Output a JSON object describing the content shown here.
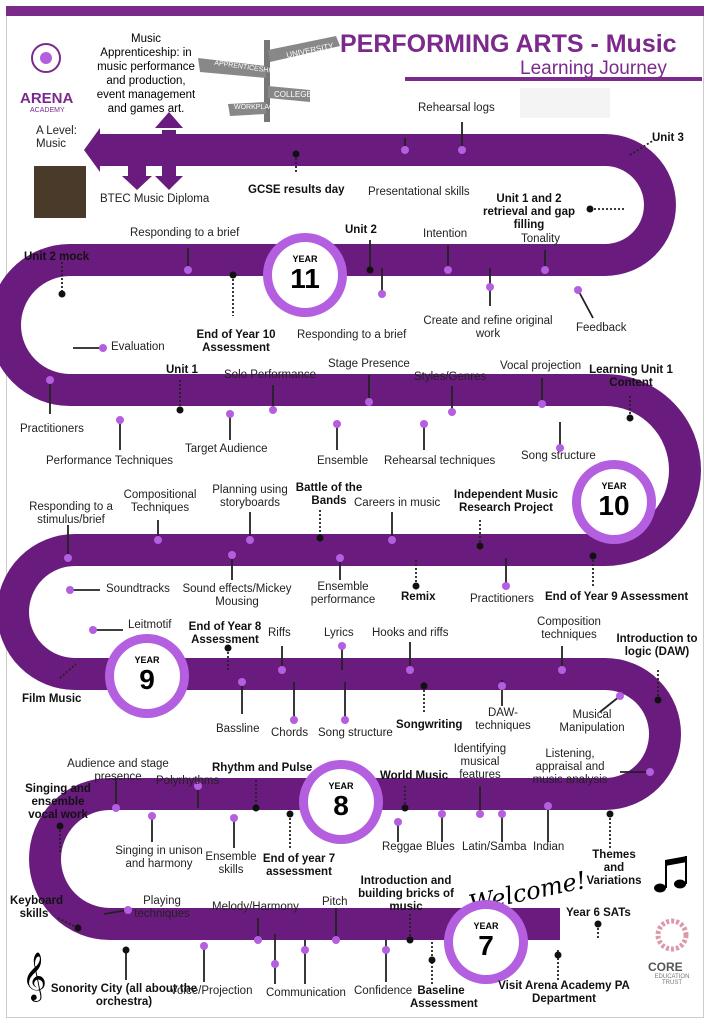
{
  "header": {
    "title": "PERFORMING ARTS - Music",
    "subtitle": "Learning Journey",
    "school_name": "ARENA",
    "school_sub": "ACADEMY",
    "intro_text": "Music Apprenticeship: in music performance and production, event management and games art.",
    "signs": [
      "UNIVERSITY",
      "APPRENTICESHIP",
      "COLLEGE",
      "WORKPLACE"
    ],
    "partner": "CORE",
    "partner_sub": "EDUCATION TRUST",
    "welcome": "Welcome!"
  },
  "colors": {
    "path": "#6a1b7e",
    "accent": "#b45ee0",
    "title": "#7b2a8c"
  },
  "years": [
    {
      "label": "YEAR",
      "num": "11"
    },
    {
      "label": "YEAR",
      "num": "10"
    },
    {
      "label": "YEAR",
      "num": "9"
    },
    {
      "label": "YEAR",
      "num": "8"
    },
    {
      "label": "YEAR",
      "num": "7"
    }
  ],
  "labels": [
    "A Level: Music",
    "BTEC Music Diploma",
    "GCSE results day",
    "Presentational skills",
    "Rehearsal logs",
    "Unit 3",
    "Unit 1 and 2 retrieval and gap filling",
    "Tonality",
    "Intention",
    "Unit 2",
    "Responding to a brief",
    "Unit 2 mock",
    "End of Year 10 Assessment",
    "Responding to a brief",
    "Create and refine original work",
    "Feedback",
    "Evaluation",
    "Practitioners",
    "Unit 1",
    "Solo Performance",
    "Stage Presence",
    "Styles/Genres",
    "Vocal projection",
    "Learning Unit 1 Content",
    "Performance Techniques",
    "Target Audience",
    "Ensemble",
    "Rehearsal techniques",
    "Song structure",
    "Responding to a stimulus/brief",
    "Compositional Techniques",
    "Planning using storyboards",
    "Battle of the Bands",
    "Careers in music",
    "Independent Music Research Project",
    "Soundtracks",
    "Sound effects/Mickey Mousing",
    "Ensemble performance",
    "Remix",
    "Practitioners",
    "End of Year 9 Assessment",
    "Leitmotif",
    "End of Year 8 Assessment",
    "Riffs",
    "Lyrics",
    "Hooks and riffs",
    "Composition techniques",
    "Introduction to logic (DAW)",
    "Film Music",
    "Bassline",
    "Chords",
    "Song structure",
    "Songwriting",
    "DAW-techniques",
    "Musical Manipulation",
    "Audience and stage presence",
    "Polyrhythms",
    "Rhythm and Pulse",
    "World Music",
    "Identifying musical features",
    "Listening, appraisal and music analysis",
    "Singing and ensemble vocal work",
    "Singing in unison and harmony",
    "Ensemble skills",
    "End of year 7 assessment",
    "Reggae",
    "Blues",
    "Latin/Samba",
    "Indian",
    "Themes and Variations",
    "Keyboard skills",
    "Playing techniques",
    "Melody/Harmony",
    "Pitch",
    "Introduction and building bricks of music",
    "Year 6 SATs",
    "Sonority City (all about the orchestra)",
    "Voice/Projection",
    "Communication",
    "Confidence",
    "Baseline Assessment",
    "Visit Arena Academy PA Department"
  ]
}
